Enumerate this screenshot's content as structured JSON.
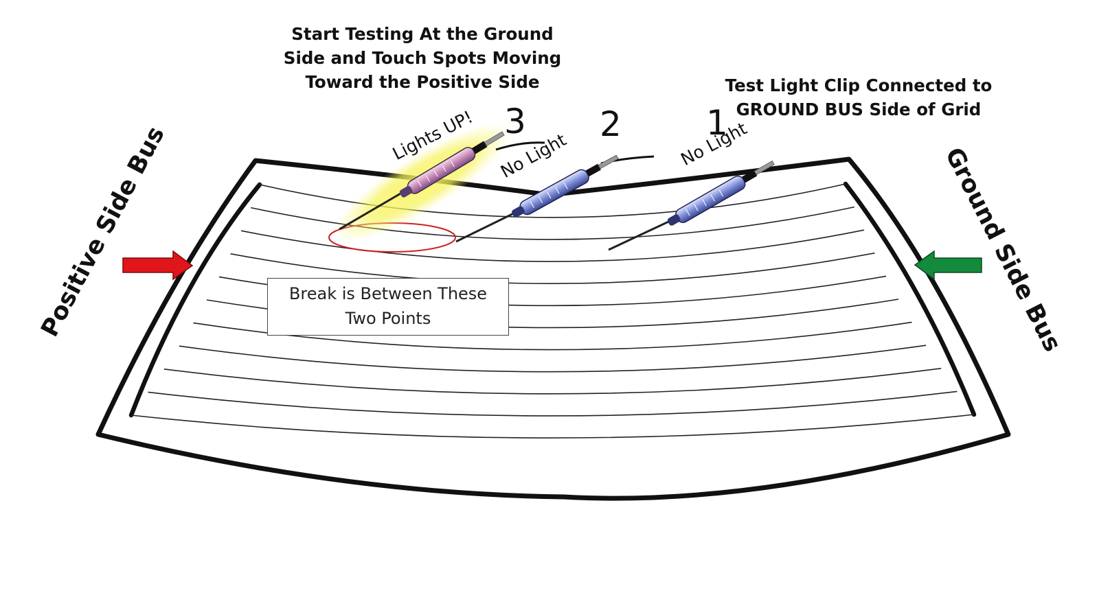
{
  "instruction": {
    "lines": [
      "Start Testing At the Ground",
      "Side and Touch Spots Moving",
      "Toward the Positive Side"
    ]
  },
  "clip_note": {
    "lines": [
      "Test Light Clip Connected to",
      "GROUND BUS Side of Grid"
    ]
  },
  "positive_bus_label": "Positive Side Bus",
  "ground_bus_label": "Ground Side Bus",
  "test_points": [
    {
      "number": "3",
      "status": "Lights UP!"
    },
    {
      "number": "2",
      "status": "No Light"
    },
    {
      "number": "1",
      "status": "No Light"
    }
  ],
  "break_note": {
    "lines": [
      "Break is Between These",
      "Two Points"
    ]
  },
  "colors": {
    "positive_arrow": "#e0161b",
    "ground_arrow": "#148a3c",
    "break_circle": "#cc2020",
    "glow": "#f4f04a",
    "probe_body": "#7f8fd8",
    "lit_probe": "#c98ab8"
  },
  "icons": {
    "probe": "test-light-probe-icon",
    "positive_arrow": "arrow-right-icon",
    "ground_arrow": "arrow-left-icon"
  }
}
